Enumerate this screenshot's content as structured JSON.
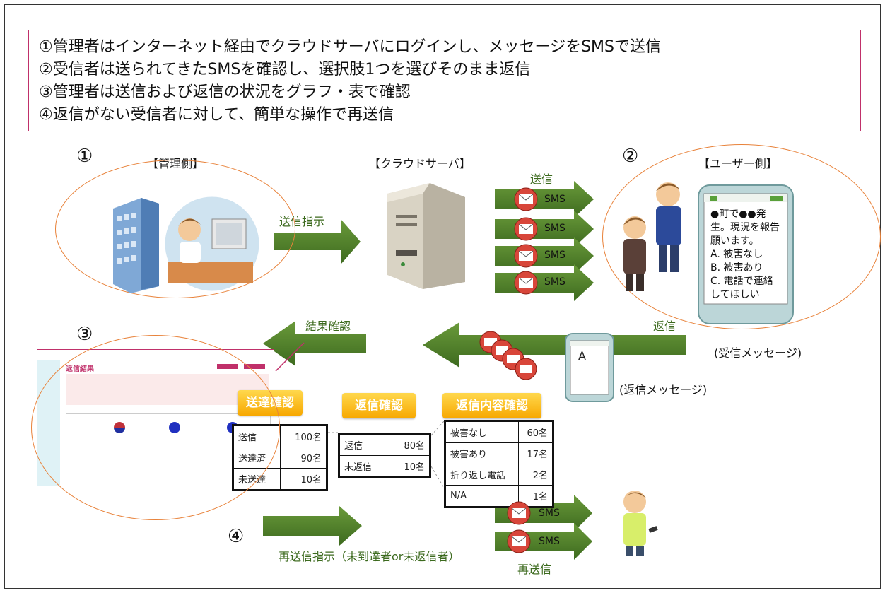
{
  "summary": {
    "line1": "①管理者はインターネット経由でクラウドサーバにログインし、メッセージをSMSで送信",
    "line2": "②受信者は送られてきたSMSを確認し、選択肢1つを選びそのまま返信",
    "line3": "③管理者は送信および返信の状況をグラフ・表で確認",
    "line4": "④返信がない受信者に対して、簡単な操作で再送信"
  },
  "steps": {
    "one": "①",
    "two": "②",
    "three": "③",
    "four": "④"
  },
  "labels": {
    "admin_side": "【管理側】",
    "cloud_server": "【クラウドサーバ】",
    "user_side": "【ユーザー側】",
    "send_instruction": "送信指示",
    "send": "送信",
    "reply": "返信",
    "result_check": "結果確認",
    "received_message": "(受信メッセージ)",
    "reply_message": "(返信メッセージ)",
    "resend_instruction": "再送信指示（未到達者or未返信者）",
    "resend": "再送信",
    "sms": "SMS"
  },
  "phone_message": {
    "lines": [
      "●町で●●発",
      "生。現況を報告",
      "願います。",
      "A. 被害なし",
      "B. 被害あり",
      "C. 電話で連絡",
      "してほしい"
    ]
  },
  "reply_phone_text": "A",
  "badges": {
    "delivery": "送達確認",
    "reply": "返信確認",
    "reply_content": "返信内容確認"
  },
  "delivery_table": [
    {
      "label": "送信",
      "value": "100名"
    },
    {
      "label": "送達済",
      "value": "90名"
    },
    {
      "label": "未送達",
      "value": "10名"
    }
  ],
  "reply_table": [
    {
      "label": "返信",
      "value": "80名"
    },
    {
      "label": "未返信",
      "value": "10名"
    }
  ],
  "content_table": [
    {
      "label": "被害なし",
      "value": "60名"
    },
    {
      "label": "被害あり",
      "value": "17名"
    },
    {
      "label": "折り返し電話",
      "value": "2名"
    },
    {
      "label": "N/A",
      "value": "1名"
    }
  ],
  "dashboard_title": "返信結果",
  "colors": {
    "arrow": "#4a7a2a",
    "ellipse": "#e8823a",
    "border": "#c0306a",
    "badge": "#f7a800"
  }
}
